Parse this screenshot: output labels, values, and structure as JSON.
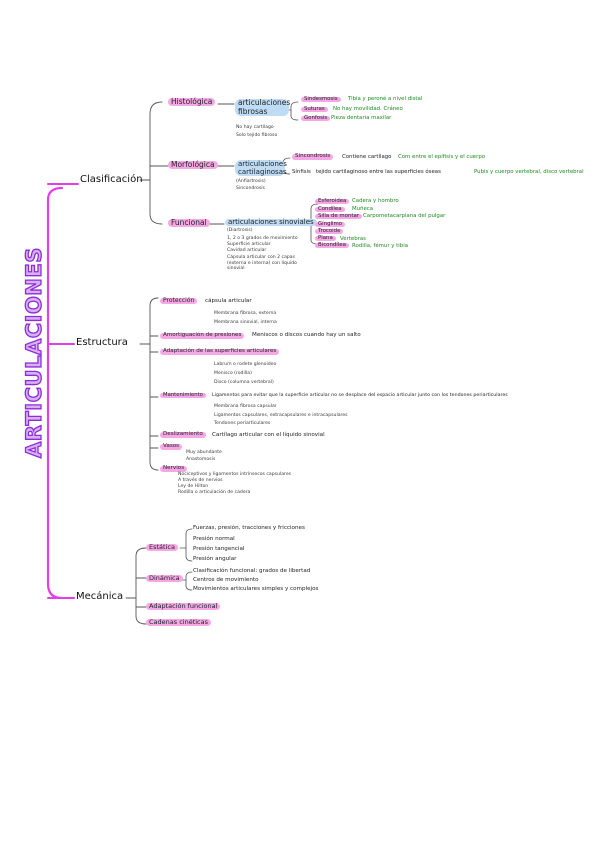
{
  "title": "ARTICULACIONES",
  "clasificacion": {
    "label": "Clasificación",
    "histologica": {
      "label": "Histológica",
      "fibrosas": "articulaciones fibrosas",
      "notes": [
        "No hay cartílago",
        "Solo tejido fibroso"
      ],
      "types": [
        {
          "label": "Sindesmosis",
          "desc": "Tibia y peroné a nivel distal"
        },
        {
          "label": "Suturas",
          "desc": "No hay movilidad. Cráneo"
        },
        {
          "label": "Gonfosis",
          "desc": "Pieza dentaria maxilar"
        }
      ]
    },
    "morfologica": {
      "label": "Morfológica",
      "cartilaginosas": "articulaciones cartilaginosas",
      "notes": [
        "(Anfiartrosis)",
        "Sincondrosis"
      ],
      "types": [
        {
          "label": "Sincondrosis",
          "desc": "Contiene cartílago",
          "extra": "Com entre el epífisis y el cuerpo"
        },
        {
          "label": "Sínfisis",
          "desc": "tejido cartilaginoso entre las superficies óseas",
          "extra": "Pubis y cuerpo vertebral, disco vertebral"
        }
      ]
    },
    "funcional": {
      "label": "Funcional",
      "sinoviales": "articulaciones sinoviales",
      "notes": [
        "(Diartrosis)",
        "1, 2 o 3 grados de movimiento",
        "Superficie articular",
        "Cavidad articular",
        "Cápsula articular con 2 capas (externa e interna) con líquido sinovial"
      ],
      "types": [
        {
          "label": "Esferoidea",
          "desc": "Cadera y hombro"
        },
        {
          "label": "Condílea",
          "desc": "Muñeca"
        },
        {
          "label": "Silla de montar",
          "desc": "Carpometacarpiana del pulgar"
        },
        {
          "label": "Gínglimo",
          "desc": ""
        },
        {
          "label": "Trocoide",
          "desc": ""
        },
        {
          "label": "Plana",
          "desc": "Vértebras"
        },
        {
          "label": "Bicondílea",
          "desc": "Rodilla, fémur y tibia"
        }
      ]
    }
  },
  "estructura": {
    "label": "Estructura",
    "items": [
      {
        "label": "Protección",
        "desc": "cápsula articular",
        "subs": [
          "Membrana fibrosa, externa",
          "Membrana sinovial, interna"
        ]
      },
      {
        "label": "Amortiguación de presiones",
        "desc": "Meniscos o discos cuando hay un salto",
        "subs": []
      },
      {
        "label": "Adaptación de las superficies articulares",
        "desc": "",
        "subs": [
          "Labrum o rodete glenoideo",
          "Menisco (rodilla)",
          "Disco (columna vertebral)"
        ]
      },
      {
        "label": "Mantenimiento",
        "desc": "Ligamentos para evitar que la superficie articular no se desplace del espacio articular junto con los tendones periarticulares",
        "subs": [
          "Membrana fibrosa capsular",
          "Ligamentos capsulares, extracapsulares e intracapsulares",
          "Tendones periarticulares"
        ]
      },
      {
        "label": "Deslizamiento",
        "desc": "Cartílago articular con el líquido sinovial",
        "subs": []
      },
      {
        "label": "Vasos",
        "desc": "",
        "subs": [
          "Muy abundante",
          "Anastomosis"
        ]
      },
      {
        "label": "Nervios",
        "desc": "",
        "subs": [
          "Nociceptivos y ligamentos intrínsecos capsulares",
          "A través de nervios",
          "Ley de Hilton",
          "Rodilla o articulación de cadera"
        ]
      }
    ]
  },
  "mecanica": {
    "label": "Mecánica",
    "estatica": {
      "label": "Estática",
      "items": [
        "Fuerzas, presión, tracciones y fricciones",
        "Presión normal",
        "Presión tangencial",
        "Presión angular"
      ]
    },
    "dinamica": {
      "label": "Dinámica",
      "items": [
        "Clasificación funcional: grados de libertad",
        "Centros de movimiento",
        "Movimientos articulares simples y complejos"
      ]
    },
    "others": [
      "Adaptación funcional",
      "Cadenas cinéticas"
    ]
  }
}
